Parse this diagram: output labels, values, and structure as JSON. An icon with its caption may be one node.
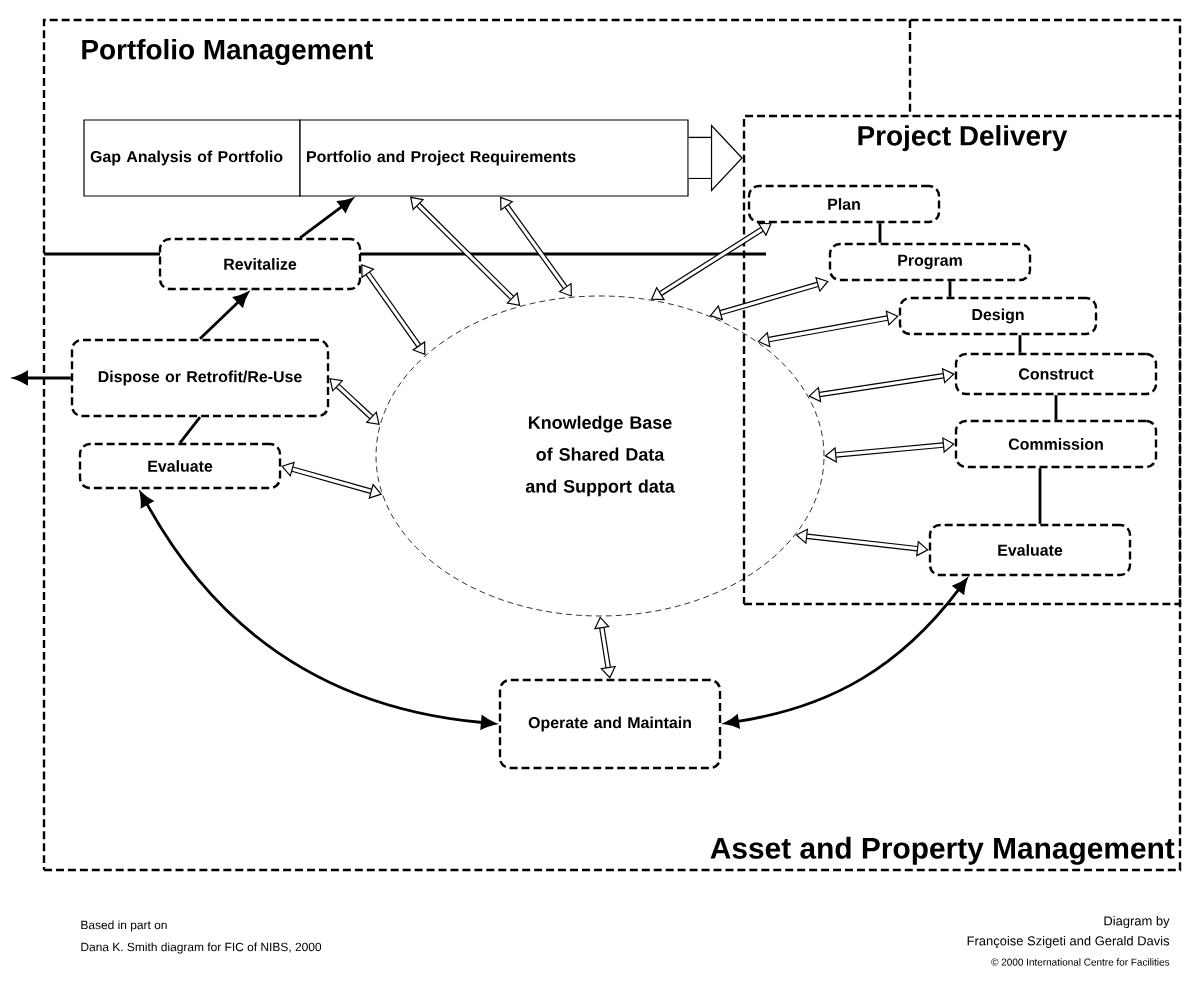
{
  "diagram": {
    "nodes": [
      {
        "text": [
          "Asset and Property Management"
        ]
      },
      {
        "text": [
          "Portfolio Management"
        ],
        "in": 0
      },
      {
        "text": [
          "Gap Analysis of Portfolio"
        ],
        "in": 0
      },
      {
        "text": [
          "Portfolio and Project Requirements"
        ],
        "in": 0
      },
      {
        "text": [
          "Project Delivery"
        ],
        "in": 0
      },
      {
        "text": [
          "Revitalize"
        ],
        "in": 0
      },
      {
        "text": [
          "Dispose or Retrofit/Re-Use"
        ],
        "in": 0
      },
      {
        "text": [
          "Evaluate"
        ],
        "in": 0
      },
      {
        "text": [
          "Knowledge Base of Shared Data and Support data"
        ],
        "in": 0
      },
      {
        "text": [
          "Plan"
        ],
        "in": 4
      },
      {
        "text": [
          "Program"
        ],
        "in": 4
      },
      {
        "text": [
          "Design"
        ],
        "in": 4
      },
      {
        "text": [
          "Construct"
        ],
        "in": 4
      },
      {
        "text": [
          "Commission"
        ],
        "in": 4
      },
      {
        "text": [
          "Evaluate"
        ],
        "in": 4
      },
      {
        "text": [
          "Operate and Maintain"
        ],
        "in": 0
      }
    ],
    "edges": [
      {
        "from": 3,
        "to": 4,
        "arrow": "to",
        "style": "thick"
      },
      {
        "from": 5,
        "to": 3,
        "arrow": "to"
      },
      {
        "from": 6,
        "to": 5,
        "arrow": "to"
      },
      {
        "from": 6,
        "to": 7,
        "arrow": "none"
      },
      {
        "from": 5,
        "to": 8,
        "arrow": "both"
      },
      {
        "from": 3,
        "to": 8,
        "arrow": "both"
      },
      {
        "from": 3,
        "to": 8,
        "arrow": "both"
      },
      {
        "from": 6,
        "to": 8,
        "arrow": "both"
      },
      {
        "from": 7,
        "to": 8,
        "arrow": "both"
      },
      {
        "from": 9,
        "to": 8,
        "arrow": "both"
      },
      {
        "from": 10,
        "to": 8,
        "arrow": "both"
      },
      {
        "from": 11,
        "to": 8,
        "arrow": "both"
      },
      {
        "from": 12,
        "to": 8,
        "arrow": "both"
      },
      {
        "from": 13,
        "to": 8,
        "arrow": "both"
      },
      {
        "from": 14,
        "to": 8,
        "arrow": "both"
      },
      {
        "from": 15,
        "to": 8,
        "arrow": "both"
      },
      {
        "from": 9,
        "to": 10,
        "arrow": "none"
      },
      {
        "from": 10,
        "to": 11,
        "arrow": "none"
      },
      {
        "from": 11,
        "to": 12,
        "arrow": "none"
      },
      {
        "from": 12,
        "to": 13,
        "arrow": "none"
      },
      {
        "from": 13,
        "to": 14,
        "arrow": "none"
      },
      {
        "from": 14,
        "to": 15,
        "arrow": "both"
      },
      {
        "from": 15,
        "to": 7,
        "arrow": "both"
      },
      {
        "from": 6,
        "to": null,
        "arrow": "to"
      }
    ],
    "labels": [
      "Based in part on",
      "Dana K. Smith diagram for FIC of NIBS, 2000",
      "Diagram by",
      "Françoise Szigeti and Gerald Davis",
      "© 2000 International Centre for Facilities"
    ]
  }
}
